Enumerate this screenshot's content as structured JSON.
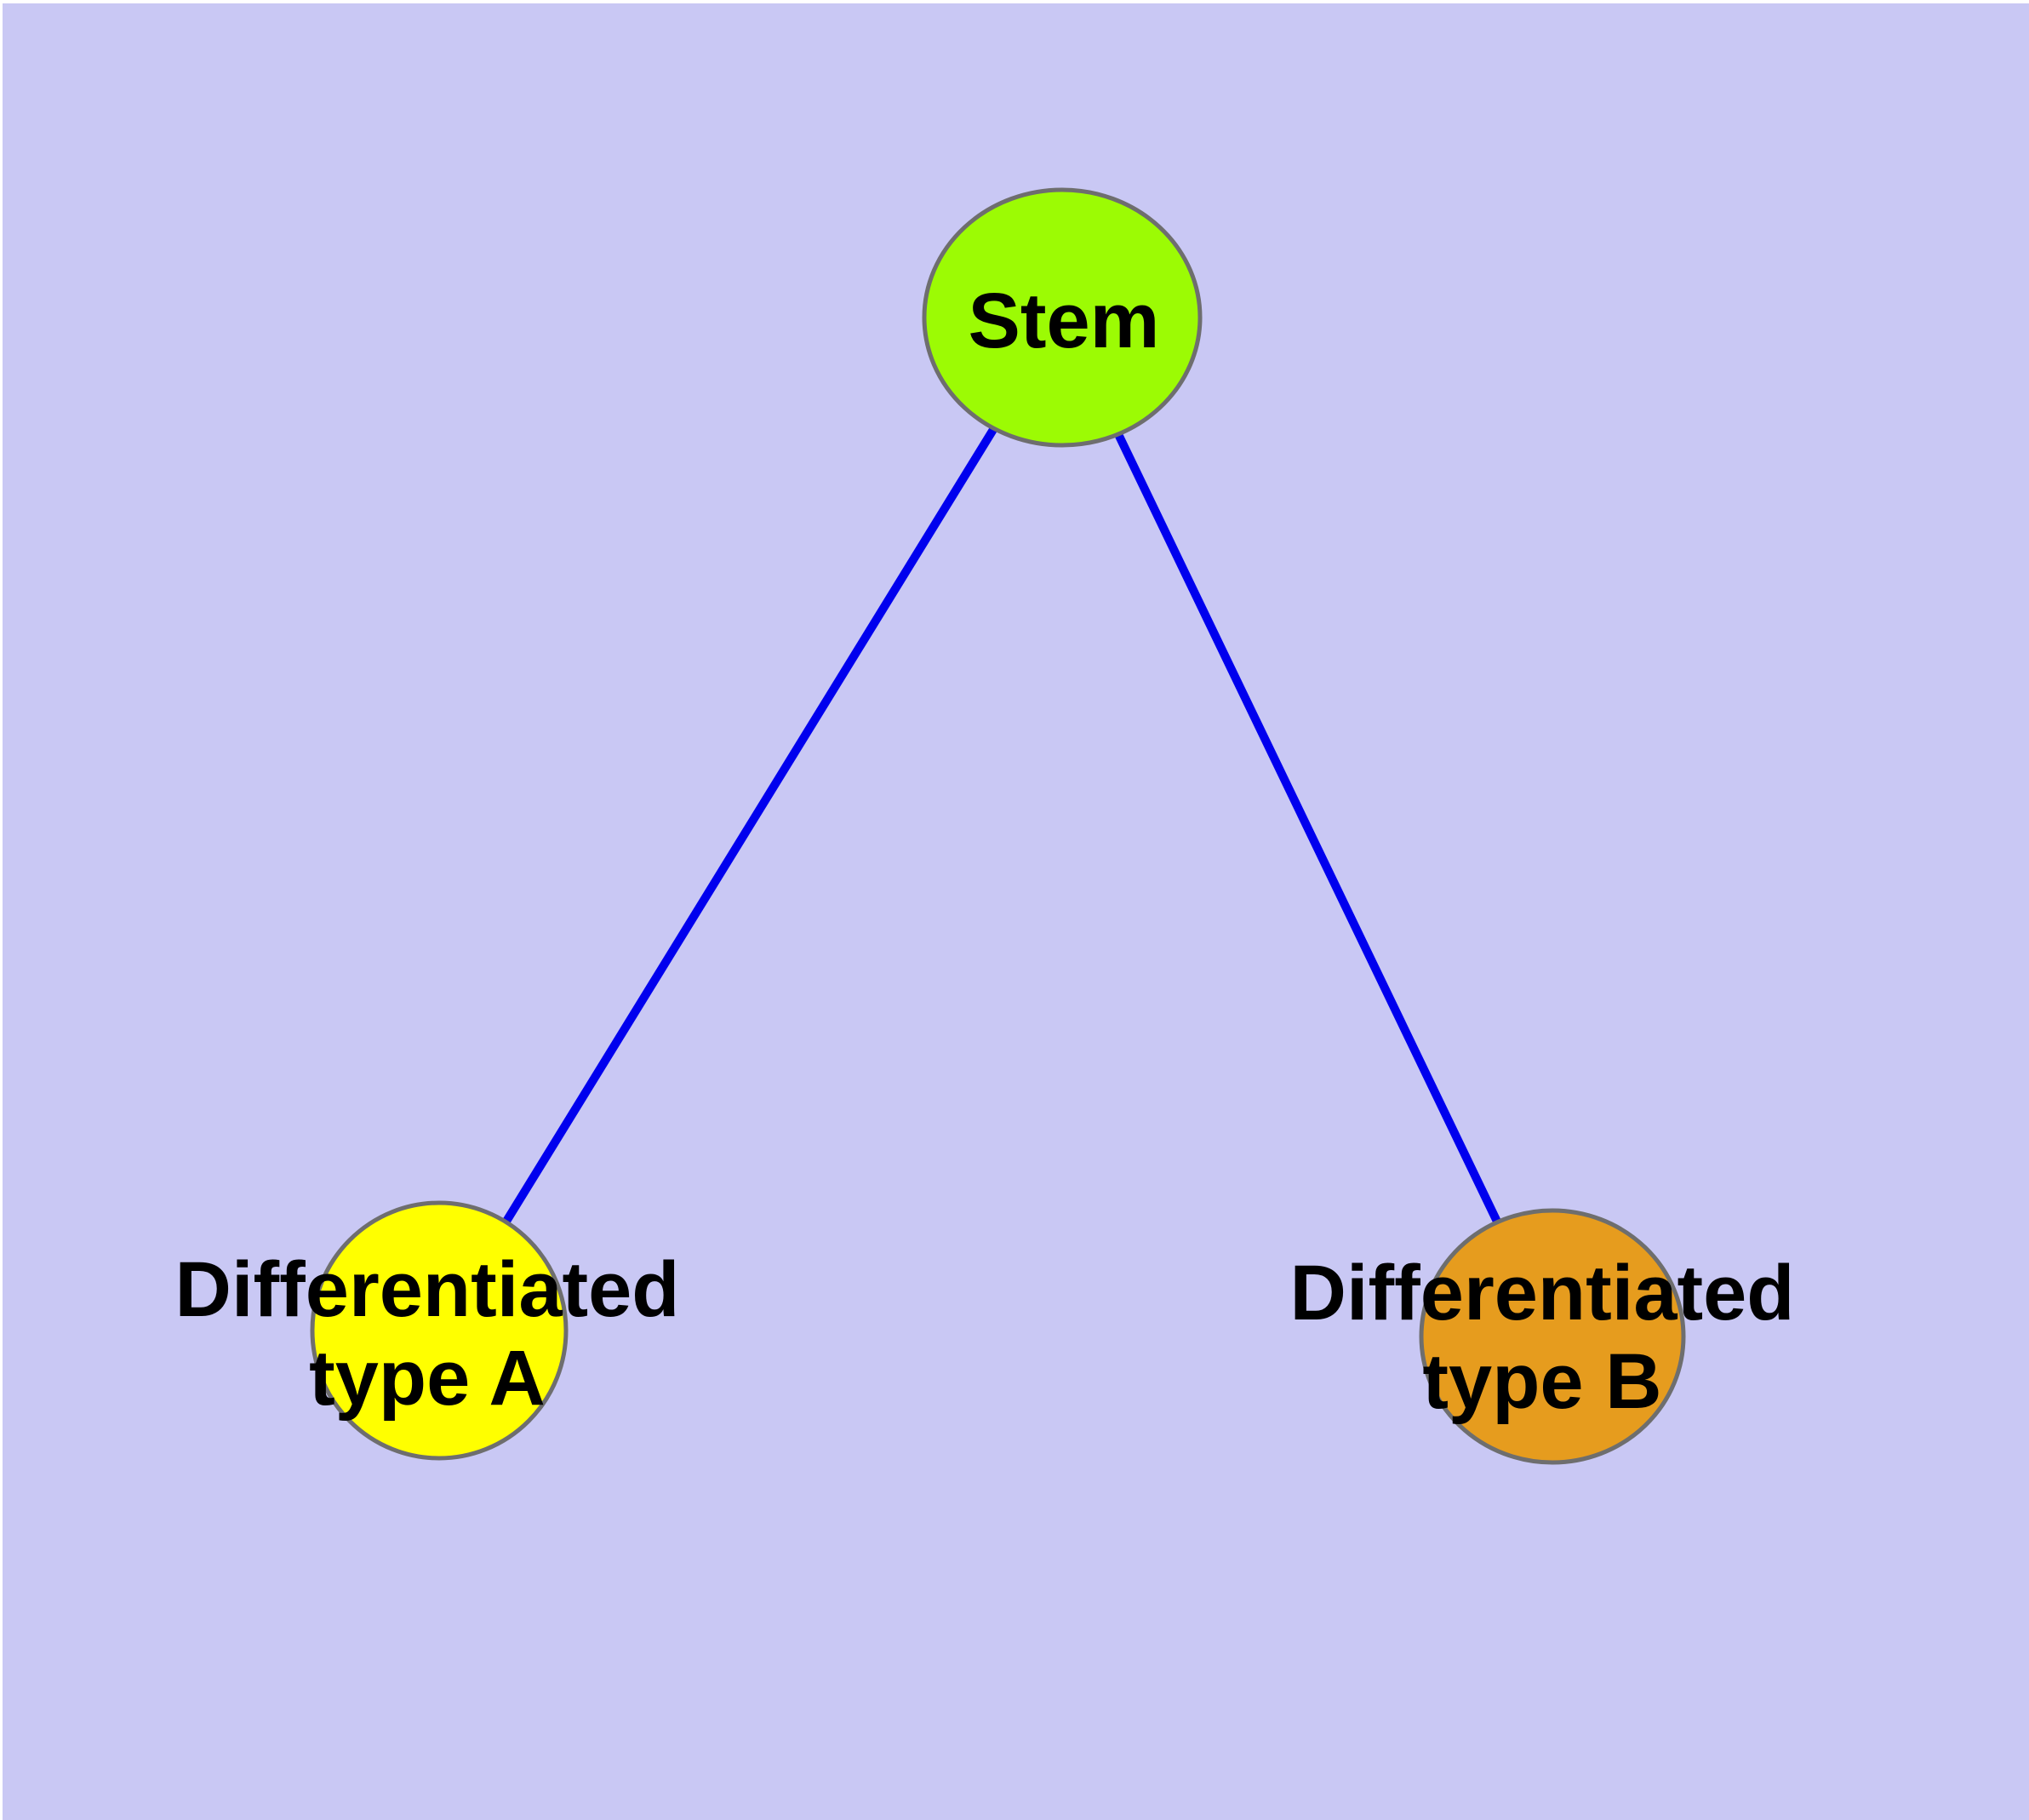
{
  "diagram": {
    "type": "node-link-graph",
    "background_color": "#C9C8F4",
    "edge_color": "#0000EE",
    "node_border_color": "#6E6E6E",
    "text_color": "#000000",
    "nodes": [
      {
        "id": "stem",
        "label": "Stem",
        "label_line1": "Stem",
        "fill": "#9CFB04"
      },
      {
        "id": "differentiated-type-a",
        "label": "Differentiated type A",
        "label_line1": "Differentiated",
        "label_line2": "type A",
        "fill": "#FFFF00"
      },
      {
        "id": "differentiated-type-b",
        "label": "Differentiated type B",
        "label_line1": "Differentiated",
        "label_line2": "type B",
        "fill": "#E69C1E"
      }
    ],
    "edges": [
      {
        "from": "stem",
        "to": "differentiated-type-a"
      },
      {
        "from": "stem",
        "to": "differentiated-type-b"
      }
    ]
  }
}
